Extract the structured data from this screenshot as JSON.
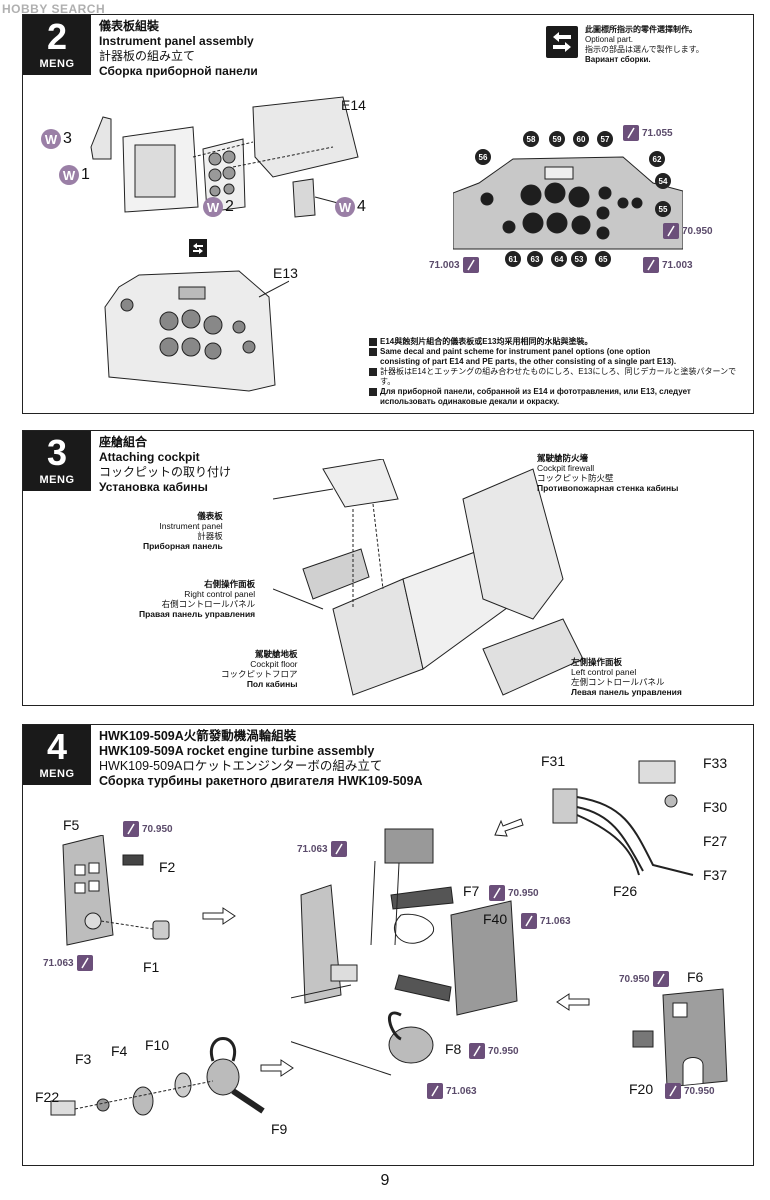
{
  "watermark": "HOBBY SEARCH",
  "page_number": "9",
  "brand": "MENG",
  "colors": {
    "paint_badge": "#6b4f7a",
    "w_badge": "#9a7fa6",
    "line": "#222222"
  },
  "step2": {
    "number": "2",
    "title_zh": "儀表板組裝",
    "title_en": "Instrument panel assembly",
    "title_jp": "計器板の組み立て",
    "title_ru": "Сборка приборной панели",
    "optional": {
      "zh": "此圖標所指示的零件選擇制作。",
      "en": "Optional part.",
      "jp": "指示の部品は選んで製作します。",
      "ru": "Вариант сборки."
    },
    "labels": {
      "e14": "E14",
      "e13": "E13"
    },
    "w_badges": [
      {
        "letter": "W",
        "num": "3"
      },
      {
        "letter": "W",
        "num": "1"
      },
      {
        "letter": "W",
        "num": "2"
      },
      {
        "letter": "W",
        "num": "4"
      }
    ],
    "gauges": [
      "56",
      "58",
      "59",
      "60",
      "57",
      "62",
      "54",
      "55",
      "61",
      "63",
      "64",
      "53",
      "65"
    ],
    "paints": [
      "71.055",
      "70.950",
      "71.003",
      "71.003"
    ],
    "note": [
      {
        "icon": "zh",
        "text": "E14與蝕刻片組合的儀表板或E13均采用相同的水貼與塗裝。"
      },
      {
        "icon": "en",
        "text": "Same decal and paint scheme for instrument panel options (one option"
      },
      {
        "icon": "",
        "text": "consisting of part E14 and PE parts, the other consisting of a single part E13)."
      },
      {
        "icon": "jp",
        "text": "計器板はE14とエッチングの組み合わせたものにしろ、E13にしろ、同じデカールと塗装パターンです。"
      },
      {
        "icon": "ru",
        "text": "Для приборной панели, собранной из E14 и фототравления, или E13, следует"
      },
      {
        "icon": "",
        "text": "использовать одинаковые декали и окраску."
      }
    ]
  },
  "step3": {
    "number": "3",
    "title_zh": "座艙組合",
    "title_en": "Attaching cockpit",
    "title_jp": "コックピットの取り付け",
    "title_ru": "Установка кабины",
    "annotations": [
      {
        "zh": "儀表板",
        "en": "Instrument panel",
        "jp": "計器板",
        "ru": "Приборная панель"
      },
      {
        "zh": "右側操作面板",
        "en": "Right control panel",
        "jp": "右側コントロールパネル",
        "ru": "Правая панель управления"
      },
      {
        "zh": "駕駛艙地板",
        "en": "Cockpit floor",
        "jp": "コックピットフロア",
        "ru": "Пол кабины"
      },
      {
        "zh": "駕駛艙防火墻",
        "en": "Cockpit firewall",
        "jp": "コックピット防火壁",
        "ru": "Противопожарная стенка кабины"
      },
      {
        "zh": "左側操作面板",
        "en": "Left control panel",
        "jp": "左側コントロールパネル",
        "ru": "Левая панель управления"
      }
    ]
  },
  "step4": {
    "number": "4",
    "title_zh": "HWK109-509A火箭發動機渦輪組裝",
    "title_en": "HWK109-509A rocket engine turbine assembly",
    "title_jp": "HWK109-509Aロケットエンジンターボの組み立て",
    "title_ru": "Сборка турбины ракетного двигателя HWK109-509A",
    "labels": [
      "F5",
      "F2",
      "F1",
      "F31",
      "F33",
      "F30",
      "F27",
      "F37",
      "F26",
      "F7",
      "F40",
      "F8",
      "F6",
      "F20",
      "F3",
      "F4",
      "F10",
      "F22",
      "F9"
    ],
    "paints": [
      "70.950",
      "71.063",
      "71.063",
      "70.950",
      "71.063",
      "70.950",
      "70.950",
      "71.063",
      "70.950"
    ]
  }
}
